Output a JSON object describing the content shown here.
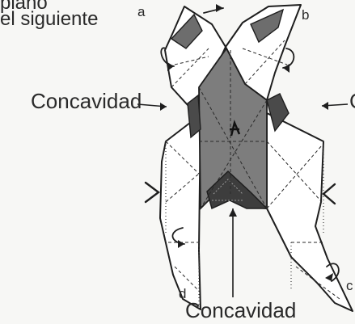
{
  "instruction": {
    "line1": "plano",
    "line2": "el siguiente"
  },
  "points": {
    "a": "a",
    "b": "b",
    "c": "c",
    "d": "d"
  },
  "labels": {
    "left": "Concavidad",
    "bottom": "Concavidad",
    "right_cut": "C"
  },
  "colors": {
    "shaded": "#7d7d7d",
    "dark_shade": "#3d3d3d",
    "line": "#1e1e1e",
    "paper": "#f7f7f5"
  }
}
